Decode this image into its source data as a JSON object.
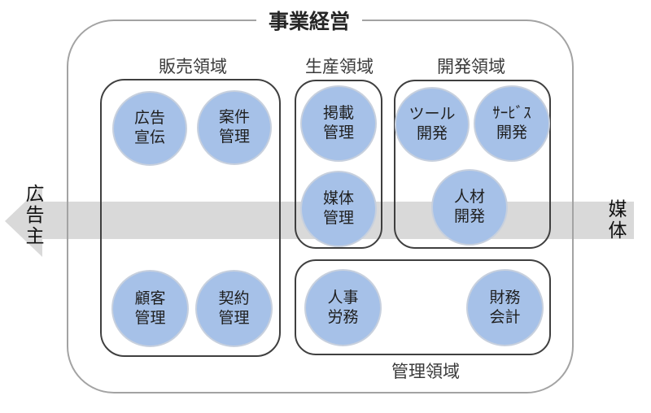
{
  "title": "事業経営",
  "actors": {
    "left": "広告主",
    "right": "媒体"
  },
  "arrow": {
    "direction": "right-to-left",
    "from": "媒体",
    "to": "広告主"
  },
  "colors": {
    "circle_fill": "#a6c1e8",
    "circle_ring": "#c7d0de",
    "band": "#d9d9d9",
    "box_border": "#3f3f3f",
    "outer_border": "#a3a3a3"
  },
  "areas": [
    {
      "id": "sales",
      "label": "販売領域",
      "circles": [
        {
          "label": "広告\n宣伝"
        },
        {
          "label": "案件\n管理"
        },
        {
          "label": "顧客\n管理"
        },
        {
          "label": "契約\n管理"
        }
      ]
    },
    {
      "id": "production",
      "label": "生産領域",
      "circles": [
        {
          "label": "掲載\n管理"
        },
        {
          "label": "媒体\n管理"
        }
      ]
    },
    {
      "id": "development",
      "label": "開発領域",
      "circles": [
        {
          "label": "ツール\n開発"
        },
        {
          "label": "ｻｰﾋﾞｽ\n開発"
        },
        {
          "label": "人材\n開発"
        }
      ]
    },
    {
      "id": "admin",
      "label": "管理領域",
      "circles": [
        {
          "label": "人事\n労務"
        },
        {
          "label": "財務\n会計"
        }
      ]
    }
  ]
}
